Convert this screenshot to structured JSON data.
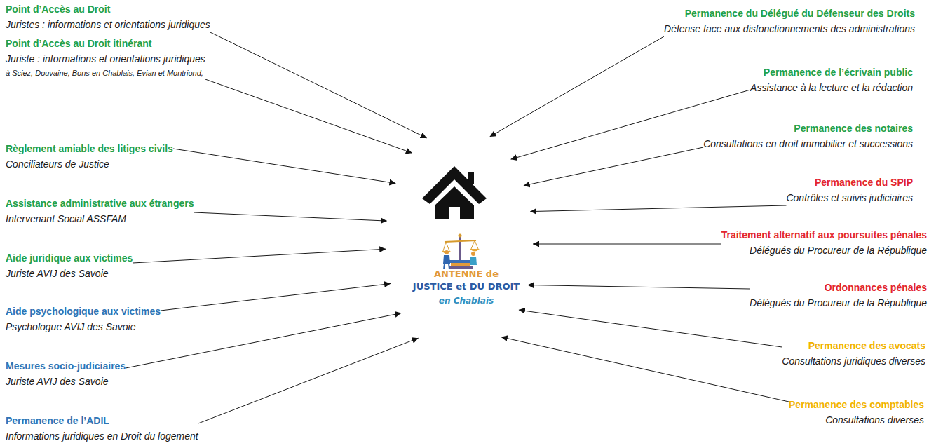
{
  "diagram": {
    "nodes": [
      {
        "text": [
          "Point d’Accès au Droit",
          "Juristes : informations et orientations juridiques"
        ]
      },
      {
        "text": [
          "Point d’Accès au Droit itinérant",
          "Juriste : informations et orientations juridiques",
          "à Sciez, Douvaine, Bons en Chablais, Evian et Montriond,"
        ]
      },
      {
        "text": [
          "Règlement amiable des litiges civils",
          "Conciliateurs de Justice"
        ]
      },
      {
        "text": [
          "Assistance administrative aux étrangers",
          "Intervenant Social ASSFAM"
        ]
      },
      {
        "text": [
          "Aide juridique aux victimes",
          "Juriste AVIJ des Savoie"
        ]
      },
      {
        "text": [
          "Aide psychologique aux victimes",
          "Psychologue AVIJ des Savoie"
        ]
      },
      {
        "text": [
          "Mesures socio-judiciaires",
          "Juriste AVIJ des Savoie"
        ]
      },
      {
        "text": [
          "Permanence de l’ADIL",
          "Informations juridiques en Droit du logement"
        ]
      },
      {
        "text": [
          "ANTENNE de",
          "JUSTICE et DU DROIT",
          "en Chablais"
        ]
      },
      {
        "text": [
          "Permanence du Délégué du Défenseur des Droits",
          "Défense face aux disfonctionnements des administrations"
        ]
      },
      {
        "text": [
          "Permanence de l’écrivain public",
          "Assistance à la lecture et la rédaction"
        ]
      },
      {
        "text": [
          "Permanence des notaires",
          "Consultations en droit immobilier et successions"
        ]
      },
      {
        "text": [
          "Permanence du SPIP",
          "Contrôles et suivis judiciaires"
        ]
      },
      {
        "text": [
          "Traitement alternatif aux poursuites pénales",
          "Délégués du Procureur de la République"
        ]
      },
      {
        "text": [
          "Ordonnances pénales",
          "Délégués du Procureur de la République"
        ]
      },
      {
        "text": [
          "Permanence des avocats",
          "Consultations juridiques diverses"
        ]
      },
      {
        "text": [
          "Permanence des comptables",
          "Consultations diverses"
        ]
      }
    ],
    "edges": [
      {
        "from": 0,
        "to": 8,
        "arrow": "to"
      },
      {
        "from": 1,
        "to": 8,
        "arrow": "to"
      },
      {
        "from": 2,
        "to": 8,
        "arrow": "to"
      },
      {
        "from": 3,
        "to": 8,
        "arrow": "to"
      },
      {
        "from": 4,
        "to": 8,
        "arrow": "to"
      },
      {
        "from": 5,
        "to": 8,
        "arrow": "to"
      },
      {
        "from": 6,
        "to": 8,
        "arrow": "to"
      },
      {
        "from": 7,
        "to": 8,
        "arrow": "to"
      },
      {
        "from": 9,
        "to": 8,
        "arrow": "to"
      },
      {
        "from": 10,
        "to": 8,
        "arrow": "to"
      },
      {
        "from": 11,
        "to": 8,
        "arrow": "to"
      },
      {
        "from": 12,
        "to": 8,
        "arrow": "to"
      },
      {
        "from": 13,
        "to": 8,
        "arrow": "to"
      },
      {
        "from": 14,
        "to": 8,
        "arrow": "to"
      },
      {
        "from": 15,
        "to": 8,
        "arrow": "to"
      },
      {
        "from": 16,
        "to": 8,
        "arrow": "to"
      }
    ]
  }
}
